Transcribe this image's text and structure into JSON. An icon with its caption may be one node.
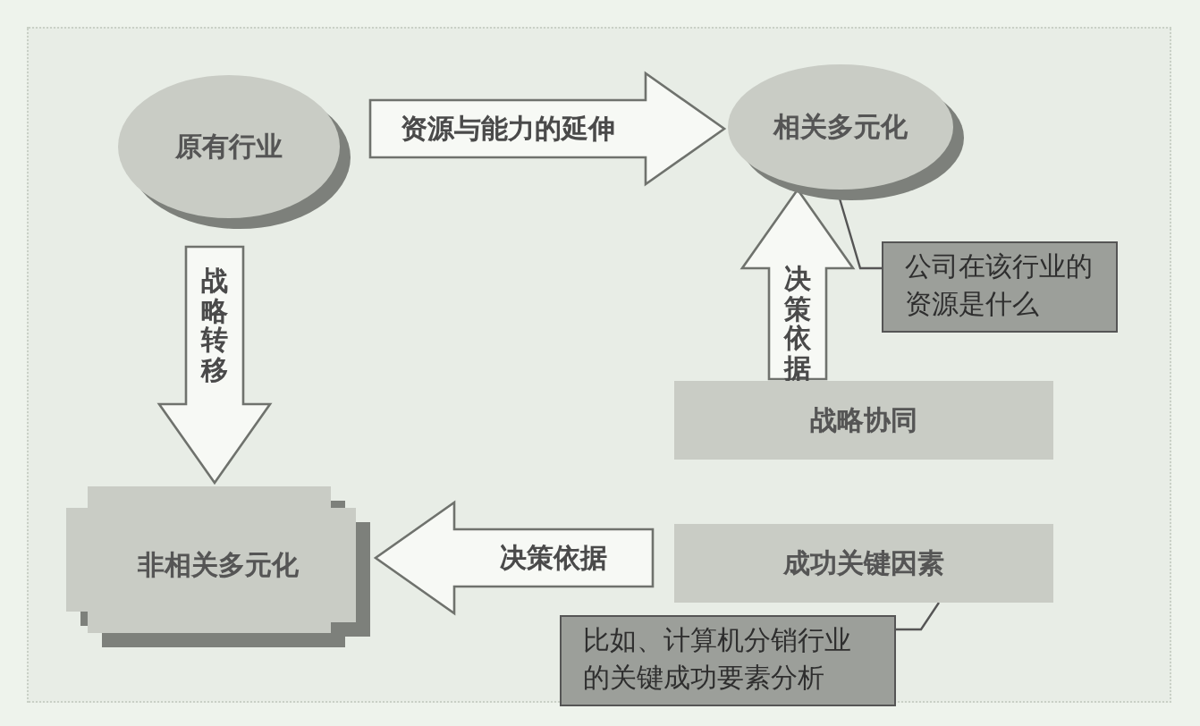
{
  "diagram": {
    "nodes": [
      {
        "text": [
          "原有行业"
        ]
      },
      {
        "text": [
          "相关多元化"
        ]
      },
      {
        "text": [
          "公司在该行业的资源是什么"
        ]
      },
      {
        "text": [
          "战略协同"
        ]
      },
      {
        "text": [
          "成功关键因素"
        ]
      },
      {
        "text": [
          "非相关多元化"
        ]
      },
      {
        "text": [
          "比如、计算机分销行业的关键成功要素分析"
        ]
      }
    ],
    "edges": [
      {
        "from": 0,
        "to": 1,
        "arrow": "to",
        "label": "资源与能力的延伸"
      },
      {
        "from": 0,
        "to": 5,
        "arrow": "to",
        "label": "战略转移"
      },
      {
        "from": 3,
        "to": 1,
        "arrow": "to",
        "label": "决策依据"
      },
      {
        "from": 4,
        "to": 5,
        "arrow": "to",
        "label": "决策依据"
      },
      {
        "from": 2,
        "to": 1,
        "arrow": "none"
      },
      {
        "from": 6,
        "to": 4,
        "arrow": "none"
      }
    ]
  }
}
